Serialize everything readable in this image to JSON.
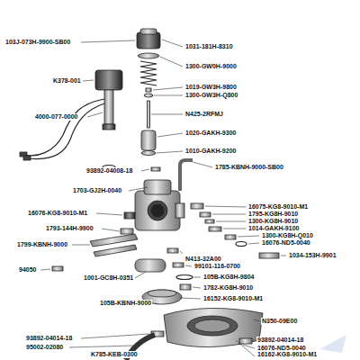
{
  "diagram": {
    "labels": [
      "103J-073H-9900-SB00",
      "1031-181H-8310",
      "1300-GW0H-9000",
      "1019-GW3H-9800",
      "1300-GW3H-Q800",
      "K378-001",
      "N425-2RFMJ",
      "4000-077-0000",
      "1020-GAKH-9300",
      "1010-GAKH-9200",
      "93892-04008-18",
      "1785-KBNH-9000-SB00",
      "1703-GJ2H-0040",
      "16075-KG8-9010-M1",
      "16076-KG8-9010-M1",
      "1795-KG8H-9010",
      "1300-KG8H-9010",
      "1793-144H-9900",
      "1014-GAKH-9100",
      "1300-KG8H-Q010",
      "16076-ND5-0040",
      "1799-KBNH-9000",
      "1034-153H-9901",
      "N413-32A00",
      "94050",
      "1001-GC8H-0351",
      "99101-116-0700",
      "105B-KG8H-9804",
      "1782-KG8H-9010",
      "105B-KBNH-9000",
      "16152-KG8-9010-M1",
      "N350-09E00",
      "93892-04014-18",
      "93892-04014-18",
      "95002-02080",
      "16076-ND5-0040",
      "K785-KEB-0300",
      "16162-KG8-9010-M1"
    ]
  }
}
